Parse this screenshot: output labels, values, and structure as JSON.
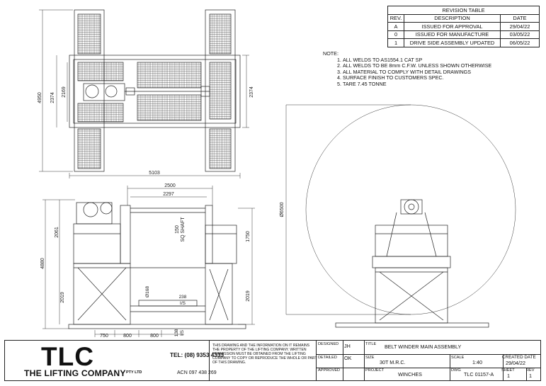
{
  "revision_table": {
    "title": "REVISION TABLE",
    "headers": [
      "REV.",
      "DESCRIPTION",
      "DATE"
    ],
    "rows": [
      [
        "A",
        "ISSUED FOR APPROVAL",
        "29/04/22"
      ],
      [
        "0",
        "ISSUED FOR MANUFACTURE",
        "03/05/22"
      ],
      [
        "1",
        "DRIVE SIDE ASSEMBLY UPDATED",
        "06/05/22"
      ]
    ]
  },
  "notes": {
    "heading": "NOTE:",
    "items": [
      "ALL WELDS TO AS1554.1 CAT SP",
      "ALL WELDS TO BE 8mm C.F.W. UNLESS SHOWN OTHERWISE",
      "ALL MATERIAL TO COMPLY WITH DETAIL DRAWINGS",
      "SURFACE FINISH TO CUSTOMERS SPEC.",
      "TARE 7.45 TONNE"
    ]
  },
  "dimensions": {
    "plan_overall_height": "4950",
    "plan_inner_2374_left": "2374",
    "plan_inner_2169": "2169",
    "plan_inner_2374_right": "2374",
    "plan_width": "5103",
    "elev_2500": "2500",
    "elev_2297": "2297",
    "elev_2061": "2061",
    "elev_4880": "4880",
    "elev_2019_left": "2019",
    "elev_1750": "1750",
    "elev_2019_right": "2019",
    "elev_150_sq_shaft_a": "150",
    "elev_150_sq_shaft_b": "SQ SHAFT",
    "elev_dia_168": "Ø168",
    "elev_238": "238",
    "elev_is_1": "I/S",
    "elev_138": "138",
    "elev_is_2": "I/S",
    "elev_750": "750",
    "elev_800_a": "800",
    "elev_800_b": "800",
    "side_dia_6500": "Ø6500"
  },
  "title_block": {
    "logo": "TLC",
    "company": "THE LIFTING COMPANY",
    "pty": "PTY LTD",
    "tel": "TEL: (08) 9353 4333",
    "acn": "ACN 097 438 269",
    "disclaimer": "THIS DRAWING AND THE INFORMATION ON IT REMAINS THE PROPERTY OF THE LIFTING COMPANY. WRITTEN PERMISSION MUST BE OBTAINED FROM THE LIFTING COMPANY TO COPY OR REPRODUCE THE WHOLE OR PART OF THIS DRAWING.",
    "designed_label": "DESIGNED",
    "designed": "JH",
    "detailed_label": "DETAILED",
    "detailed": "OK",
    "approved_label": "APPROVED",
    "approved": "",
    "title_label": "TITLE",
    "title": "BELT WINDER MAIN ASSEMBLY",
    "size_label": "SIZE",
    "size": "30T M.R.C.",
    "scale_label": "SCALE",
    "scale": "1:40",
    "created_label": "CREATED DATE",
    "created": "29/04/22",
    "project_label": "PROJECT",
    "project": "WINCHES",
    "dwg_label": "DWG",
    "dwg": "TLC 01157-A",
    "sheet_label": "SHEET",
    "sheet": "1",
    "rev_label": "REV",
    "rev": "1"
  }
}
